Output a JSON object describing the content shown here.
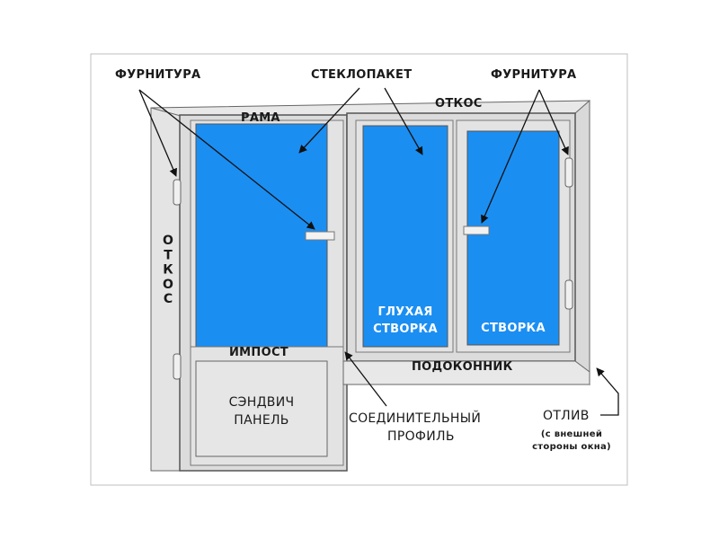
{
  "labels": {
    "furnitura_left": "ФУРНИТУРА",
    "steklopaket": "СТЕКЛОПАКЕТ",
    "furnitura_right": "ФУРНИТУРА",
    "otkos_top": "ОТКОС",
    "rama": "РАМА",
    "otkos_side": "ОТКОС",
    "glukhaya_line1": "ГЛУХАЯ",
    "glukhaya_line2": "СТВОРКА",
    "stvorka": "СТВОРКА",
    "impost": "ИМПОСТ",
    "podokonnik": "ПОДОКОННИК",
    "sandwich_line1": "СЭНДВИЧ",
    "sandwich_line2": "ПАНЕЛЬ",
    "soed_line1": "СОЕДИНИТЕЛЬНЫЙ",
    "soed_line2": "ПРОФИЛЬ",
    "otliv": "ОТЛИВ",
    "otliv_note_line1": "(с внешней",
    "otliv_note_line2": "стороны окна)"
  },
  "colors": {
    "glass": "#1b8ef2",
    "frame": "#dcdcdc",
    "outline": "#555555",
    "label": "#1a1a1a",
    "glass_label": "#ffffff"
  }
}
